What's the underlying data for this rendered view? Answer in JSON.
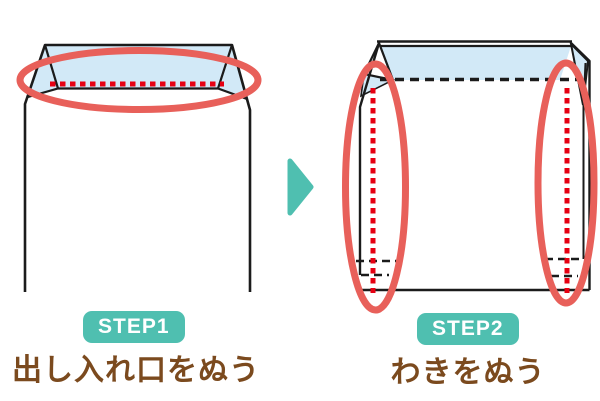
{
  "page": {
    "background": "#ffffff",
    "description": "two-step sewing instruction diagram for a fabric bag"
  },
  "colors": {
    "teal": "#4fbfb0",
    "brown": "#7b4a1e",
    "oval_red": "#e8605a",
    "stitch_red": "#e60012",
    "flap_blue": "#d2e9f7",
    "line_black": "#1b1b1b",
    "white": "#ffffff"
  },
  "steps": [
    {
      "badge_label": "STEP1",
      "caption": "出し入れ口をぬう"
    },
    {
      "badge_label": "STEP2",
      "caption": "わきをぬう"
    }
  ],
  "arrow": {
    "icon": "arrow-right-icon",
    "direction": "right"
  },
  "diagrams": [
    {
      "name": "bag-opening-stitch",
      "highlight": "horizontal red oval around top opening",
      "stitch": "red dotted line along opening edge"
    },
    {
      "name": "bag-side-stitch",
      "highlight": "two vertical red ovals around left and right sides",
      "stitch": "red dotted lines down both sides, black dashed line along sewn opening, black dashed fold marks at bottom corners"
    }
  ]
}
